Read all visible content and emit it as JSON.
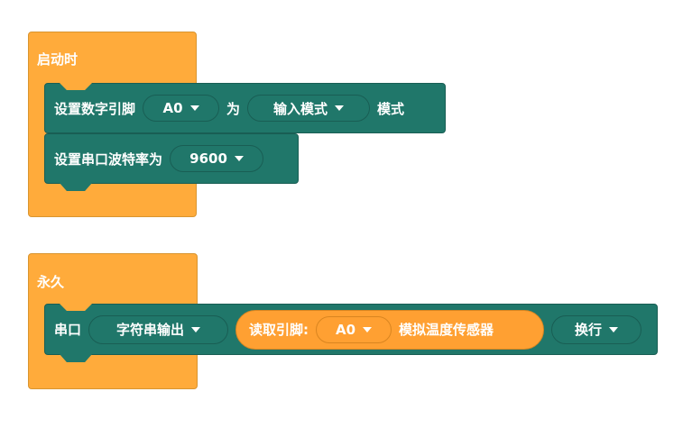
{
  "setup": {
    "hat_label": "启动时",
    "pin_mode_block": {
      "label": "设置数字引脚",
      "pin": "A0",
      "connector": "为",
      "mode": "输入模式",
      "suffix": "模式"
    },
    "baud_block": {
      "label": "设置串口波特率为",
      "baud": "9600"
    }
  },
  "loop": {
    "hat_label": "永久",
    "serial_block": {
      "label": "串口",
      "output_type": "字符串输出",
      "reporter": {
        "label": "读取引脚:",
        "pin": "A0",
        "sensor": "模拟温度传感器"
      },
      "line_end": "换行"
    }
  },
  "colors": {
    "event": "#ffab3b",
    "block": "#20776a",
    "reporter": "#ffa032"
  }
}
